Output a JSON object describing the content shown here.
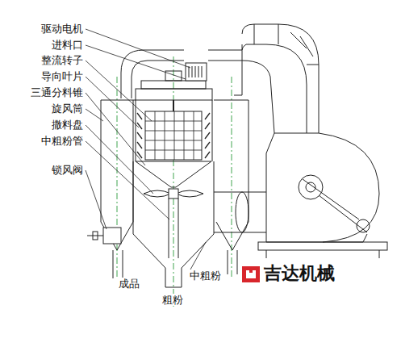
{
  "diagram": {
    "labels": [
      "驱动电机",
      "进料口",
      "整流转子",
      "导向叶片",
      "三通分料锥",
      "旋风筒",
      "撒料盘",
      "中粗粉管",
      "锁风阀",
      "成品",
      "中粗粉",
      "粗粉",
      "吉达机械"
    ]
  }
}
